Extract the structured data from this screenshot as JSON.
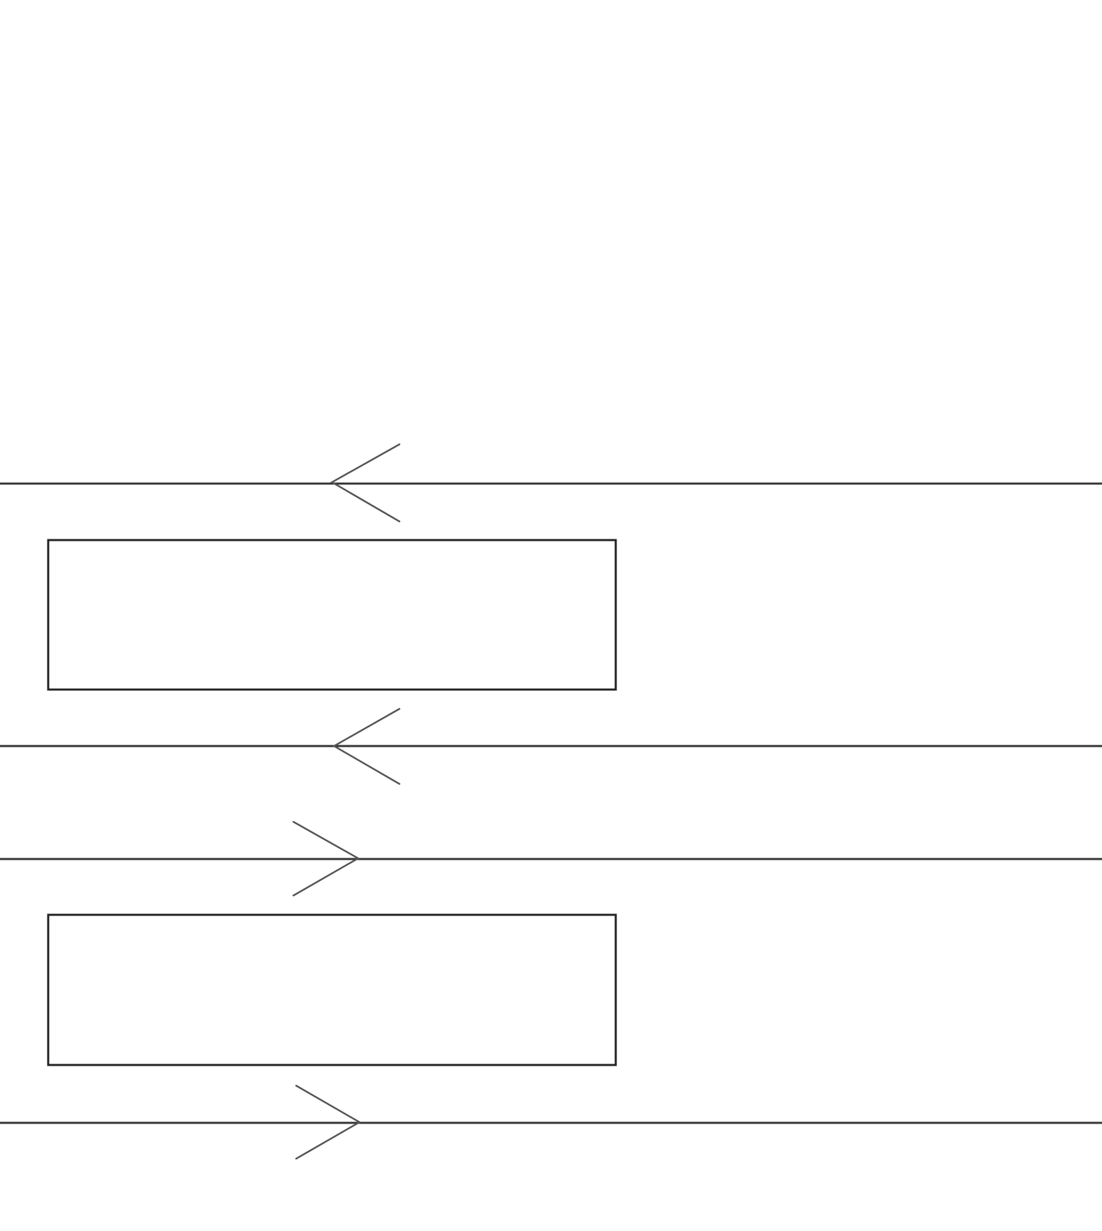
{
  "diagram": {
    "colors": {
      "background": "#ffffff",
      "line": "#333333",
      "arrowhead": "#555555",
      "box": "#222222"
    },
    "lines": [
      {
        "name": "line-1",
        "direction": "left"
      },
      {
        "name": "line-2",
        "direction": "left"
      },
      {
        "name": "line-3",
        "direction": "right"
      },
      {
        "name": "line-4",
        "direction": "right"
      }
    ],
    "boxes": [
      {
        "name": "box-upper",
        "text": ""
      },
      {
        "name": "box-lower",
        "text": ""
      }
    ]
  }
}
